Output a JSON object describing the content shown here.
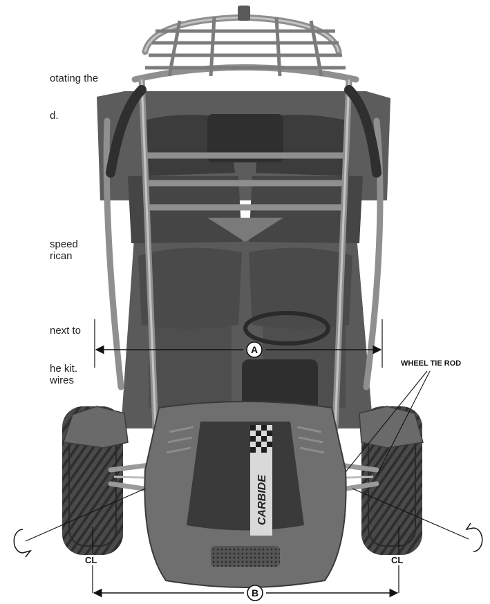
{
  "text_fragments": [
    "otating the",
    "d.",
    "speed",
    "rican",
    "next to",
    "he kit.",
    "wires"
  ],
  "labels": {
    "wheel_tie_rod": "WHEEL TIE ROD",
    "cl_left": "CL",
    "cl_right": "CL",
    "marker_a": "A",
    "marker_b": "B"
  },
  "hood_brand": "CARBIDE",
  "colors": {
    "body": "#6f6f6f",
    "dark": "#3a3a3a",
    "frame": "#8a8a8a",
    "tire": "#4a4a4a",
    "line": "#111111"
  }
}
